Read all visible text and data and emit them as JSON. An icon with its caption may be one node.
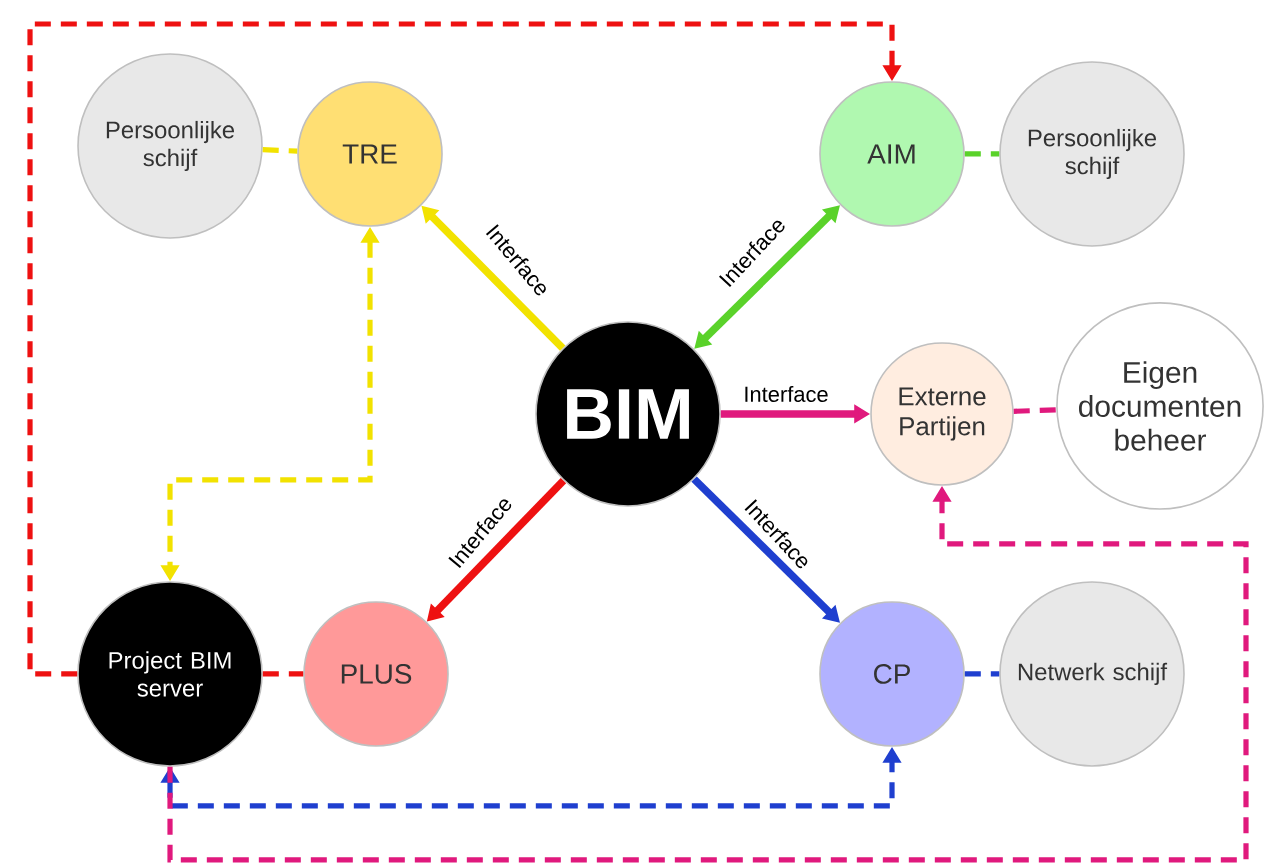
{
  "diagram": {
    "nodes": [
      {
        "text": [
          "Persoonlijke schijf"
        ]
      },
      {
        "text": [
          "TRE"
        ]
      },
      {
        "text": [
          "AIM"
        ]
      },
      {
        "text": [
          "Persoonlijke schijf"
        ]
      },
      {
        "text": [
          "BIM"
        ]
      },
      {
        "text": [
          "Externe Partijen"
        ]
      },
      {
        "text": [
          "Eigen documenten beheer"
        ]
      },
      {
        "text": [
          "Project BIM server"
        ]
      },
      {
        "text": [
          "PLUS"
        ]
      },
      {
        "text": [
          "CP"
        ]
      },
      {
        "text": [
          "Netwerk schijf"
        ]
      }
    ],
    "edges": [
      {
        "from": 4,
        "to": 1,
        "arrow": "to",
        "label": "Interface",
        "color": "#f2e200"
      },
      {
        "from": 4,
        "to": 2,
        "arrow": "both",
        "label": "Interface",
        "color": "#5ad22a"
      },
      {
        "from": 4,
        "to": 5,
        "arrow": "to",
        "label": "Interface",
        "color": "#e0197d"
      },
      {
        "from": 4,
        "to": 8,
        "arrow": "to",
        "label": "Interface",
        "color": "#ee1111"
      },
      {
        "from": 4,
        "to": 9,
        "arrow": "to",
        "label": "Interface",
        "color": "#1f3fcf"
      },
      {
        "from": 0,
        "to": 1,
        "arrow": "none",
        "style": "dashed",
        "color": "#f2e200"
      },
      {
        "from": 2,
        "to": 3,
        "arrow": "none",
        "style": "dashed",
        "color": "#5ad22a"
      },
      {
        "from": 5,
        "to": 6,
        "arrow": "none",
        "style": "dashed",
        "color": "#e0197d"
      },
      {
        "from": 7,
        "to": 8,
        "arrow": "none",
        "style": "dashed",
        "color": "#ee1111"
      },
      {
        "from": 9,
        "to": 10,
        "arrow": "none",
        "style": "dashed",
        "color": "#1f3fcf"
      },
      {
        "from": 1,
        "to": 7,
        "arrow": "both",
        "style": "dashed",
        "color": "#f2e200"
      },
      {
        "from": 7,
        "to": 2,
        "arrow": "to",
        "style": "dashed",
        "color": "#ee1111"
      },
      {
        "from": 7,
        "to": 9,
        "arrow": "both",
        "style": "dashed",
        "color": "#1f3fcf"
      },
      {
        "from": 7,
        "to": 5,
        "arrow": "to",
        "style": "dashed",
        "color": "#e0197d"
      }
    ]
  }
}
